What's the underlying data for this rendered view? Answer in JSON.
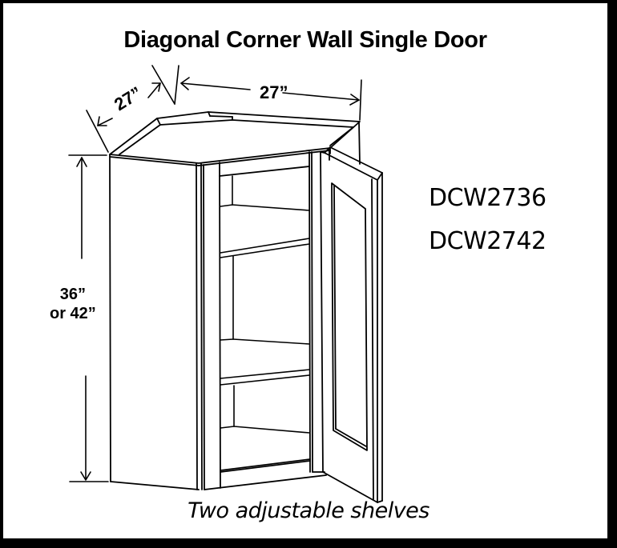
{
  "title": "Diagonal Corner Wall Single Door",
  "dimensions": {
    "width": "27”",
    "depth": "27”",
    "height_line1": "36”",
    "height_line2": "or 42”"
  },
  "models": [
    "DCW2736",
    "DCW2742"
  ],
  "caption": "Two adjustable shelves",
  "colors": {
    "border": "#000000",
    "background": "#ffffff",
    "line": "#000000"
  }
}
